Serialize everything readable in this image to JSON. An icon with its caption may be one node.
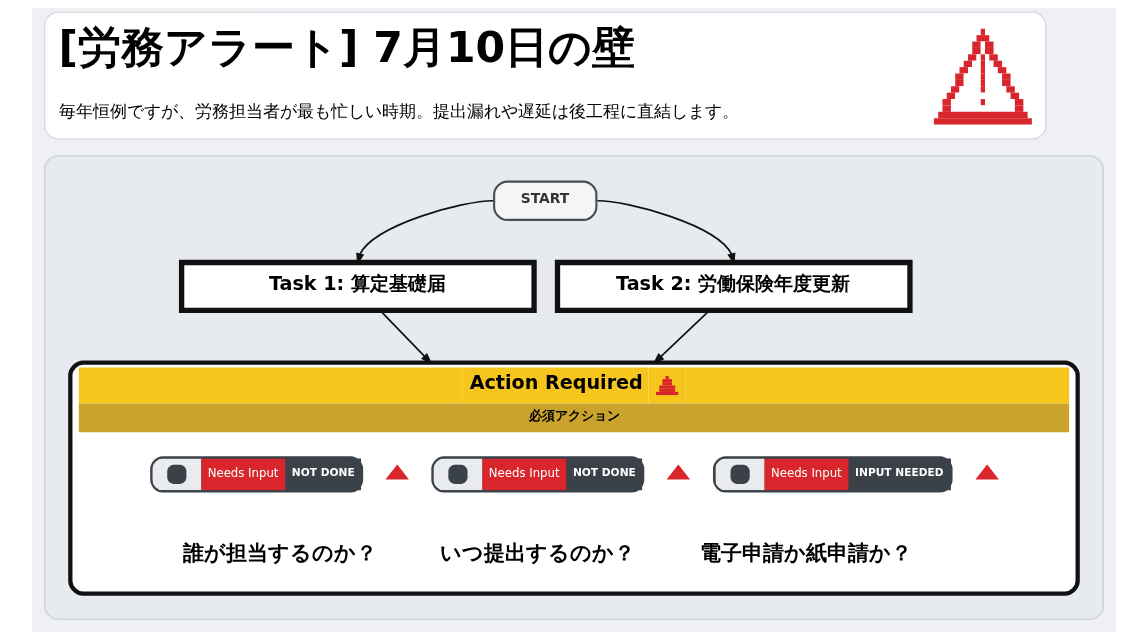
{
  "diagram": {
    "nodes": [
      {
        "text": [
          "[労務アラート] 7月10日の壁",
          "毎年恒例ですが、労務担当者が最も忙しい時期。提出漏れや遅延は後工程に直結します。"
        ]
      },
      {
        "text": [],
        "shape": "box"
      },
      {
        "text": [
          "START"
        ],
        "in": 1
      },
      {
        "text": [
          "Task 1: 算定基礎届"
        ],
        "in": 1
      },
      {
        "text": [
          "Task 2: 労働保険年度更新"
        ],
        "in": 1
      },
      {
        "text": [
          "Action Required",
          "必須アクション"
        ],
        "in": 1
      },
      {
        "text": [
          "Needs Input",
          "NOT DONE"
        ],
        "in": 5,
        "beside": [
          "誰が担当するのか？"
        ]
      },
      {
        "text": [
          "Needs Input",
          "NOT DONE"
        ],
        "in": 5,
        "beside": [
          "いつ提出するのか？"
        ]
      },
      {
        "text": [
          "Needs Input",
          "INPUT NEEDED"
        ],
        "in": 5,
        "beside": [
          "電子申請か紙申請か？"
        ]
      }
    ],
    "edges": [
      {
        "from": 2,
        "to": 3,
        "arrow": "to"
      },
      {
        "from": 2,
        "to": 4,
        "arrow": "to"
      },
      {
        "from": 3,
        "to": 5,
        "arrow": "to"
      },
      {
        "from": 4,
        "to": 5,
        "arrow": "to"
      }
    ]
  }
}
